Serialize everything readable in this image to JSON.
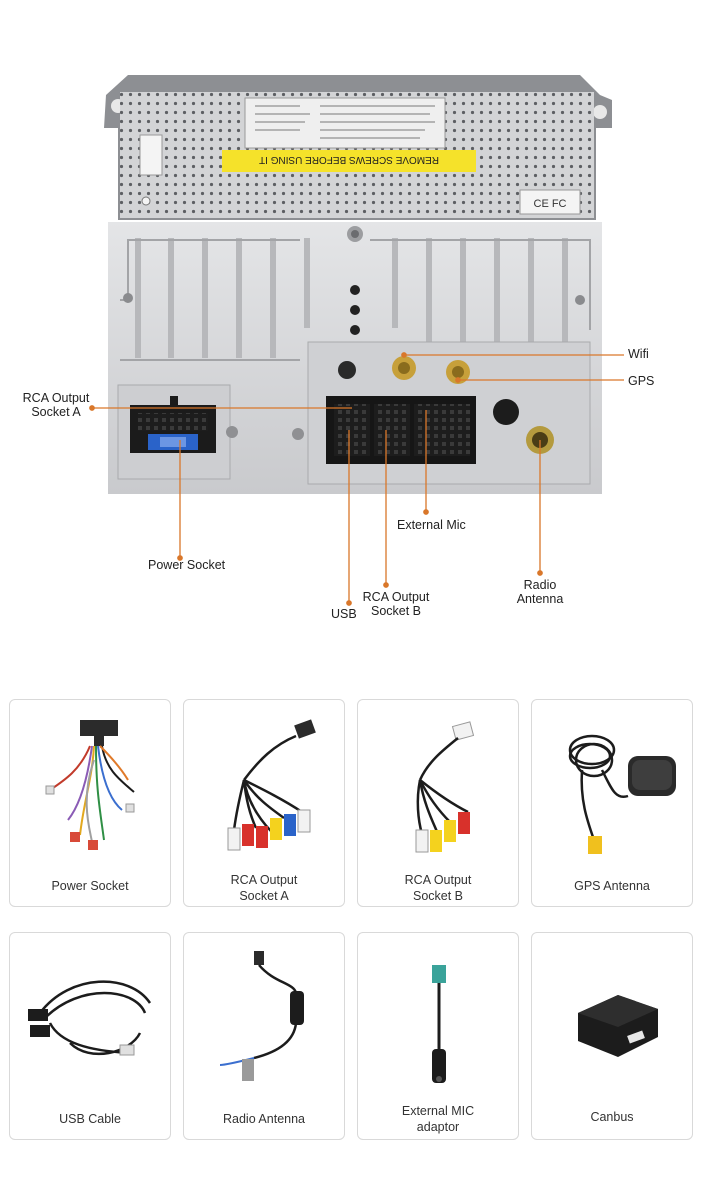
{
  "diagram": {
    "sticker_text": "REMOVE SCREWS BEFORE USING IT",
    "callouts": {
      "wifi": "Wifi",
      "gps": "GPS",
      "rca_a_line1": "RCA Output",
      "rca_a_line2": "Socket A",
      "power": "Power Socket",
      "external_mic": "External Mic",
      "usb": "USB",
      "rca_b_line1": "RCA Output",
      "rca_b_line2": "Socket B",
      "radio_line1": "Radio",
      "radio_line2": "Antenna"
    },
    "accent_color": "#d9772a"
  },
  "accessories": [
    {
      "line1": "Power Socket",
      "line2": ""
    },
    {
      "line1": "RCA Output",
      "line2": "Socket A"
    },
    {
      "line1": "RCA Output",
      "line2": "Socket B"
    },
    {
      "line1": "GPS Antenna",
      "line2": ""
    },
    {
      "line1": "USB Cable",
      "line2": ""
    },
    {
      "line1": "Radio Antenna",
      "line2": ""
    },
    {
      "line1": "External MIC",
      "line2": "adaptor"
    },
    {
      "line1": "Canbus",
      "line2": ""
    }
  ]
}
